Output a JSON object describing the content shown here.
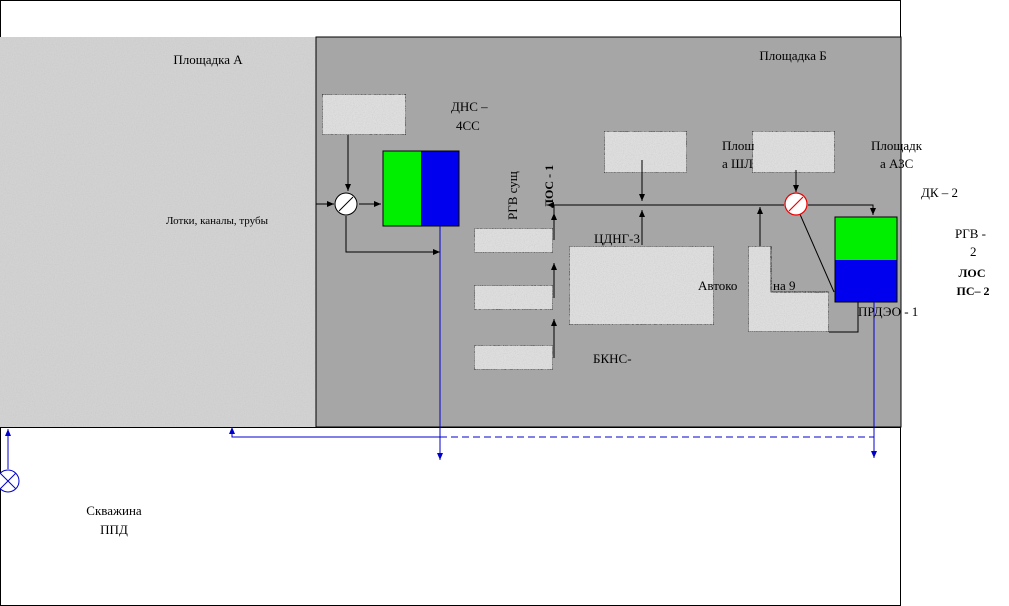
{
  "site_a": {
    "label": "Площадка А",
    "inner_label": "Лотки, каналы, трубы"
  },
  "site_b": {
    "label": "Площадка Б"
  },
  "labels": {
    "dns": [
      "ДНС –",
      "4СС"
    ],
    "rgv_sush": "РГВ сущ",
    "los1": "ЛОС - 1",
    "tsdng": "ЦДНГ-3",
    "bkns": "БКНС-",
    "avtokolonna": [
      "Автоко",
      "на 9"
    ],
    "plosh_shl": [
      "Плош",
      "а ШЛ"
    ],
    "plosh_azs": [
      "Площадк",
      "а АЗС"
    ],
    "dk2": "ДК – 2",
    "rgv2": [
      "РГВ -",
      "2"
    ],
    "los_ps2": [
      "ЛОС",
      "ПС– 2"
    ],
    "prdeo": "ПРДЭО - 1",
    "skvazhina": [
      "Скважина",
      "ППД"
    ]
  },
  "colors": {
    "site_a_fill": "#d2d2d2",
    "site_b_fill": "#a6a6a6",
    "box_fill": "#dedede",
    "green": "#00ee00",
    "blue": "#0000ee",
    "pipe_blue": "#0000cc",
    "valve_red": "#ee0000"
  }
}
